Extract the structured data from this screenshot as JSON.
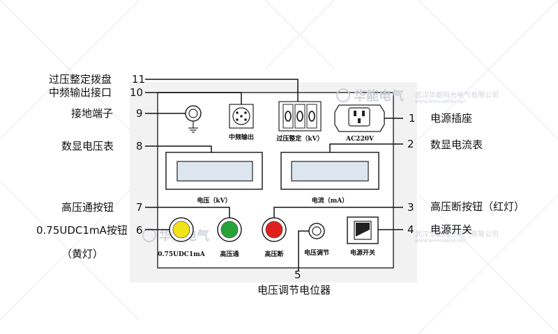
{
  "panel": {
    "terminal_label": "中频输出",
    "dial_label": "过压整定（kV）",
    "socket_label": "AC220V",
    "voltmeter_label": "电压（kV）",
    "ammeter_label": "电流（mA）",
    "btn_yellow_label": "0.75UDC1mA",
    "btn_green_label": "高压通",
    "btn_red_label": "高压断",
    "knob_label": "电压调节",
    "switch_label": "电源开关"
  },
  "callouts": [
    {
      "id": "power-socket",
      "num": "1",
      "label": "电源插座"
    },
    {
      "id": "current-meter",
      "num": "2",
      "label": "数显电流表"
    },
    {
      "id": "hv-off-button",
      "num": "3",
      "label": "高压断按钮（红灯）"
    },
    {
      "id": "power-switch",
      "num": "4",
      "label": "电源开关"
    },
    {
      "id": "voltage-pot",
      "num": "5",
      "label": "电压调节电位器"
    },
    {
      "id": "udc-button",
      "num": "6",
      "label": "0.75UDC1mA按钮",
      "label2": "（黄灯）"
    },
    {
      "id": "hv-on-button",
      "num": "7",
      "label": "高压通按钮"
    },
    {
      "id": "voltage-meter",
      "num": "8",
      "label": "数显电压表"
    },
    {
      "id": "ground-terminal",
      "num": "9",
      "label": "接地端子"
    },
    {
      "id": "mf-output",
      "num": "10",
      "label": "中频输出接口"
    },
    {
      "id": "ov-dial",
      "num": "11",
      "label": "过压整定拨盘"
    }
  ],
  "watermark": {
    "brand": "华能电气",
    "company": "武汉华能阳光电气有限公司",
    "site": "WWW.WHHUANENG.NET"
  },
  "colors": {
    "panel_bg": "#ffffff",
    "lcd": "#dde6ee",
    "yellow": "#f2e21a",
    "green": "#27a236",
    "red": "#e0201c"
  },
  "icons": [
    "ground-icon",
    "power-socket-icon",
    "switch-icon"
  ]
}
